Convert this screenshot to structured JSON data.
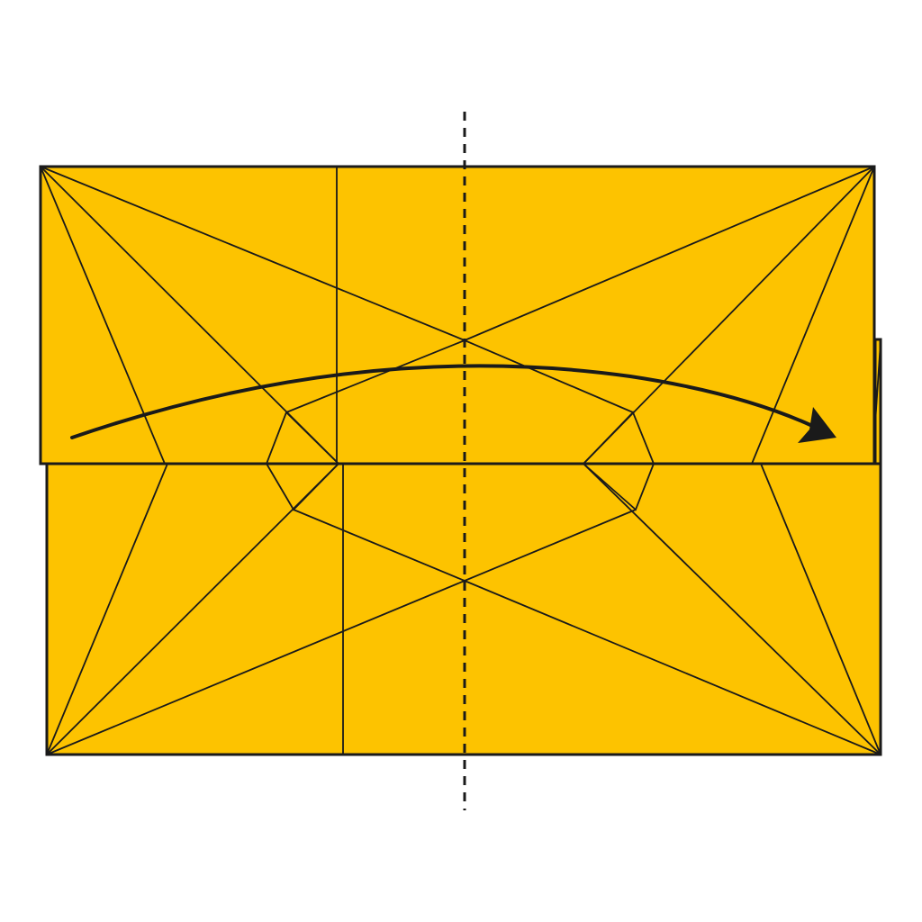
{
  "diagram": {
    "paper_color": "#FDC300",
    "line_color": "#1a1a1a",
    "background_color": "#FFFFFF",
    "fold_type": "valley-fold",
    "fold_line_style": "dashed-vertical",
    "arrow_direction": "left-to-right",
    "icons": {
      "arrow": "curved-arrow-icon",
      "fold_line": "valley-fold-line-icon"
    }
  }
}
